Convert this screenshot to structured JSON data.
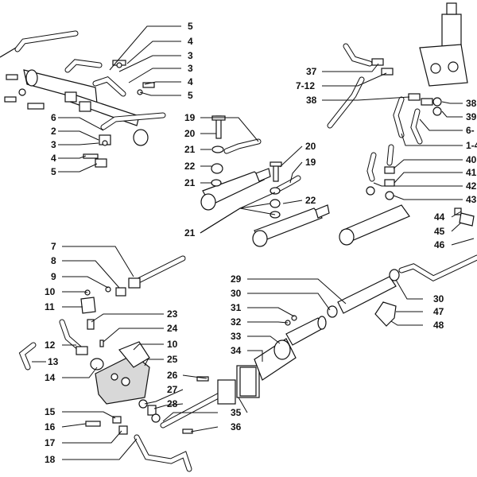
{
  "callouts": [
    {
      "id": "c5a",
      "text": "5"
    },
    {
      "id": "c4a",
      "text": "4"
    },
    {
      "id": "c3a",
      "text": "3"
    },
    {
      "id": "c3b",
      "text": "3"
    },
    {
      "id": "c4b",
      "text": "4"
    },
    {
      "id": "c5b",
      "text": "5"
    },
    {
      "id": "c6",
      "text": "6"
    },
    {
      "id": "c2",
      "text": "2"
    },
    {
      "id": "c3c",
      "text": "3"
    },
    {
      "id": "c4c",
      "text": "4"
    },
    {
      "id": "c5c",
      "text": "5"
    },
    {
      "id": "c19a",
      "text": "19"
    },
    {
      "id": "c20a",
      "text": "20"
    },
    {
      "id": "c21a",
      "text": "21"
    },
    {
      "id": "c22a",
      "text": "22"
    },
    {
      "id": "c21b",
      "text": "21"
    },
    {
      "id": "c20b",
      "text": "20"
    },
    {
      "id": "c19b",
      "text": "19"
    },
    {
      "id": "c22b",
      "text": "22"
    },
    {
      "id": "c21c",
      "text": "21"
    },
    {
      "id": "c37",
      "text": "37"
    },
    {
      "id": "c7-12",
      "text": "7-12"
    },
    {
      "id": "c38a",
      "text": "38"
    },
    {
      "id": "c38b",
      "text": "38"
    },
    {
      "id": "c39",
      "text": "39"
    },
    {
      "id": "c6-1",
      "text": "6-"
    },
    {
      "id": "c1-4",
      "text": "1-4"
    },
    {
      "id": "c40",
      "text": "40"
    },
    {
      "id": "c41",
      "text": "41"
    },
    {
      "id": "c42",
      "text": "42"
    },
    {
      "id": "c43",
      "text": "43"
    },
    {
      "id": "c44",
      "text": "44"
    },
    {
      "id": "c45",
      "text": "45"
    },
    {
      "id": "c46",
      "text": "46"
    },
    {
      "id": "c7",
      "text": "7"
    },
    {
      "id": "c8",
      "text": "8"
    },
    {
      "id": "c9",
      "text": "9"
    },
    {
      "id": "c10a",
      "text": "10"
    },
    {
      "id": "c11",
      "text": "11"
    },
    {
      "id": "c12",
      "text": "12"
    },
    {
      "id": "c13",
      "text": "13"
    },
    {
      "id": "c14",
      "text": "14"
    },
    {
      "id": "c23",
      "text": "23"
    },
    {
      "id": "c24",
      "text": "24"
    },
    {
      "id": "c10b",
      "text": "10"
    },
    {
      "id": "c25",
      "text": "25"
    },
    {
      "id": "c26",
      "text": "26"
    },
    {
      "id": "c27",
      "text": "27"
    },
    {
      "id": "c28",
      "text": "28"
    },
    {
      "id": "c15",
      "text": "15"
    },
    {
      "id": "c16",
      "text": "16"
    },
    {
      "id": "c17",
      "text": "17"
    },
    {
      "id": "c18",
      "text": "18"
    },
    {
      "id": "c29",
      "text": "29"
    },
    {
      "id": "c30a",
      "text": "30"
    },
    {
      "id": "c31",
      "text": "31"
    },
    {
      "id": "c32",
      "text": "32"
    },
    {
      "id": "c33",
      "text": "33"
    },
    {
      "id": "c34",
      "text": "34"
    },
    {
      "id": "c35",
      "text": "35"
    },
    {
      "id": "c36",
      "text": "36"
    },
    {
      "id": "c30b",
      "text": "30"
    },
    {
      "id": "c47",
      "text": "47"
    },
    {
      "id": "c48",
      "text": "48"
    }
  ]
}
